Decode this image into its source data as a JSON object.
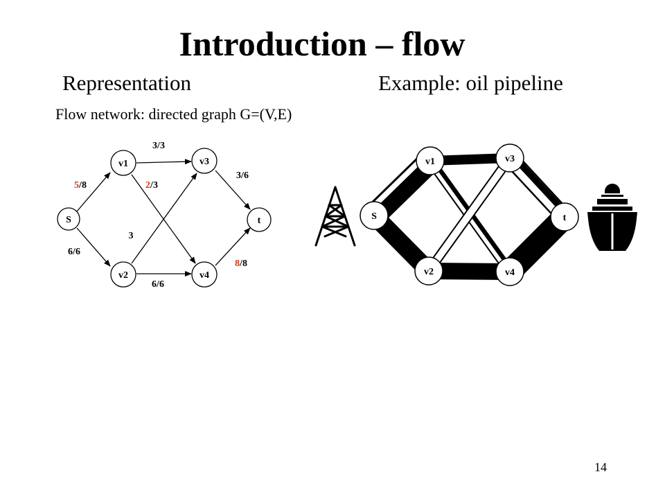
{
  "slide": {
    "title": "Introduction – flow",
    "left_heading": "Representation",
    "right_heading": "Example: oil pipeline",
    "caption": "Flow network: directed graph G=(V,E)",
    "page_number": "14"
  },
  "colors": {
    "highlight": "#d03a1a",
    "ink": "#000000"
  },
  "graph": {
    "nodes": {
      "s": "S",
      "v1": "v1",
      "v2": "v2",
      "v3": "v3",
      "v4": "v4",
      "t": "t"
    },
    "edges": [
      {
        "from": "s",
        "to": "v1",
        "flow": "5",
        "capacity": "8",
        "highlight": true
      },
      {
        "from": "s",
        "to": "v2",
        "flow": "6",
        "capacity": "6",
        "highlight": false
      },
      {
        "from": "v1",
        "to": "v3",
        "flow": "3",
        "capacity": "3",
        "highlight": false
      },
      {
        "from": "v1",
        "to": "v4",
        "flow": "2",
        "capacity": "3",
        "highlight": true
      },
      {
        "from": "v2",
        "to": "v3",
        "flow": "3",
        "capacity": null,
        "highlight": false
      },
      {
        "from": "v2",
        "to": "v4",
        "flow": "6",
        "capacity": "6",
        "highlight": false
      },
      {
        "from": "v3",
        "to": "t",
        "flow": "3",
        "capacity": "6",
        "highlight": false
      },
      {
        "from": "v4",
        "to": "t",
        "flow": "8",
        "capacity": "8",
        "highlight": true
      }
    ]
  },
  "pipeline": {
    "nodes": {
      "s": "S",
      "v1": "v1",
      "v2": "v2",
      "v3": "v3",
      "v4": "v4",
      "t": "t"
    },
    "icons": [
      "oil-derrick-icon",
      "ship-icon"
    ]
  }
}
